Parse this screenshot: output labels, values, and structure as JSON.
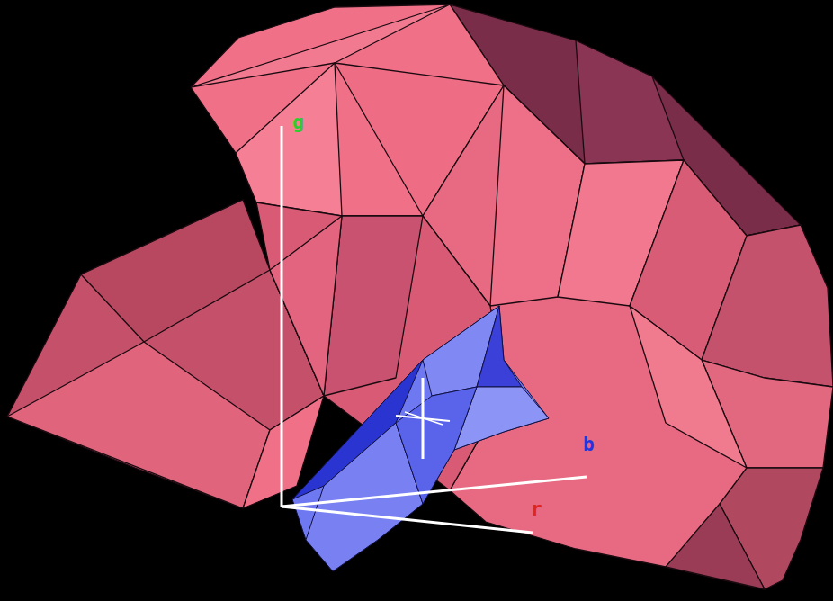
{
  "diagram": {
    "labels": [
      "g",
      "b",
      "r"
    ]
  }
}
